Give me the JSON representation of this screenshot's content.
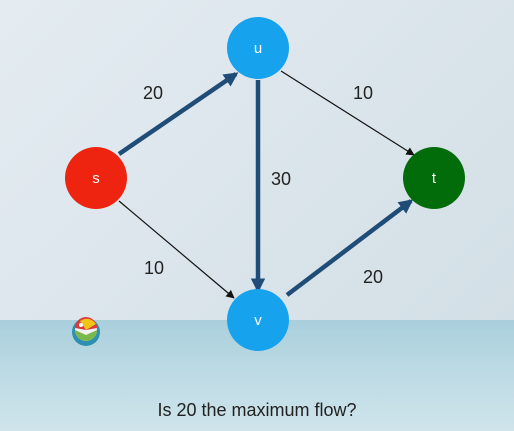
{
  "nodes": {
    "s": {
      "label": "s",
      "color": "#ee2410"
    },
    "u": {
      "label": "u",
      "color": "#16a2ec"
    },
    "v": {
      "label": "v",
      "color": "#16a2ec"
    },
    "t": {
      "label": "t",
      "color": "#036c0a"
    }
  },
  "edges": {
    "s_u": "20",
    "s_v": "10",
    "u_v": "30",
    "u_t": "10",
    "v_t": "20"
  },
  "colors": {
    "flow_edge": "#1f4d78",
    "plain_edge": "#111111"
  },
  "caption": "Is 20 the maximum flow?"
}
